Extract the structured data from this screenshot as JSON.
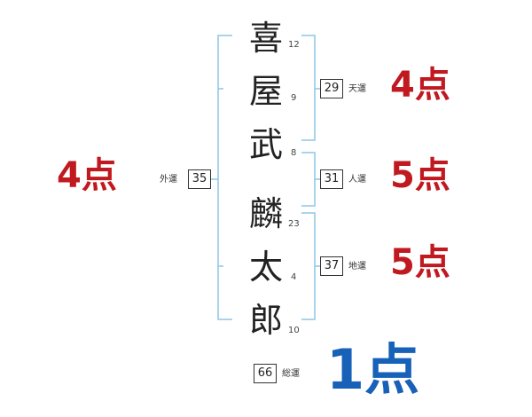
{
  "name": {
    "characters": [
      {
        "char": "喜",
        "strokes": "12"
      },
      {
        "char": "屋",
        "strokes": "9"
      },
      {
        "char": "武",
        "strokes": "8"
      },
      {
        "char": "麟",
        "strokes": "23"
      },
      {
        "char": "太",
        "strokes": "4"
      },
      {
        "char": "郎",
        "strokes": "10"
      }
    ]
  },
  "fortunes": {
    "outer": {
      "label": "外運",
      "value": "35",
      "score": "4点"
    },
    "heaven": {
      "label": "天運",
      "value": "29",
      "score": "4点"
    },
    "person": {
      "label": "人運",
      "value": "31",
      "score": "5点"
    },
    "earth": {
      "label": "地運",
      "value": "37",
      "score": "5点"
    },
    "total": {
      "label": "総運",
      "value": "66",
      "score": "1点"
    }
  },
  "colors": {
    "bracket": "#8ec6e6",
    "score_red": "#c0191f",
    "score_blue": "#1762b8"
  }
}
